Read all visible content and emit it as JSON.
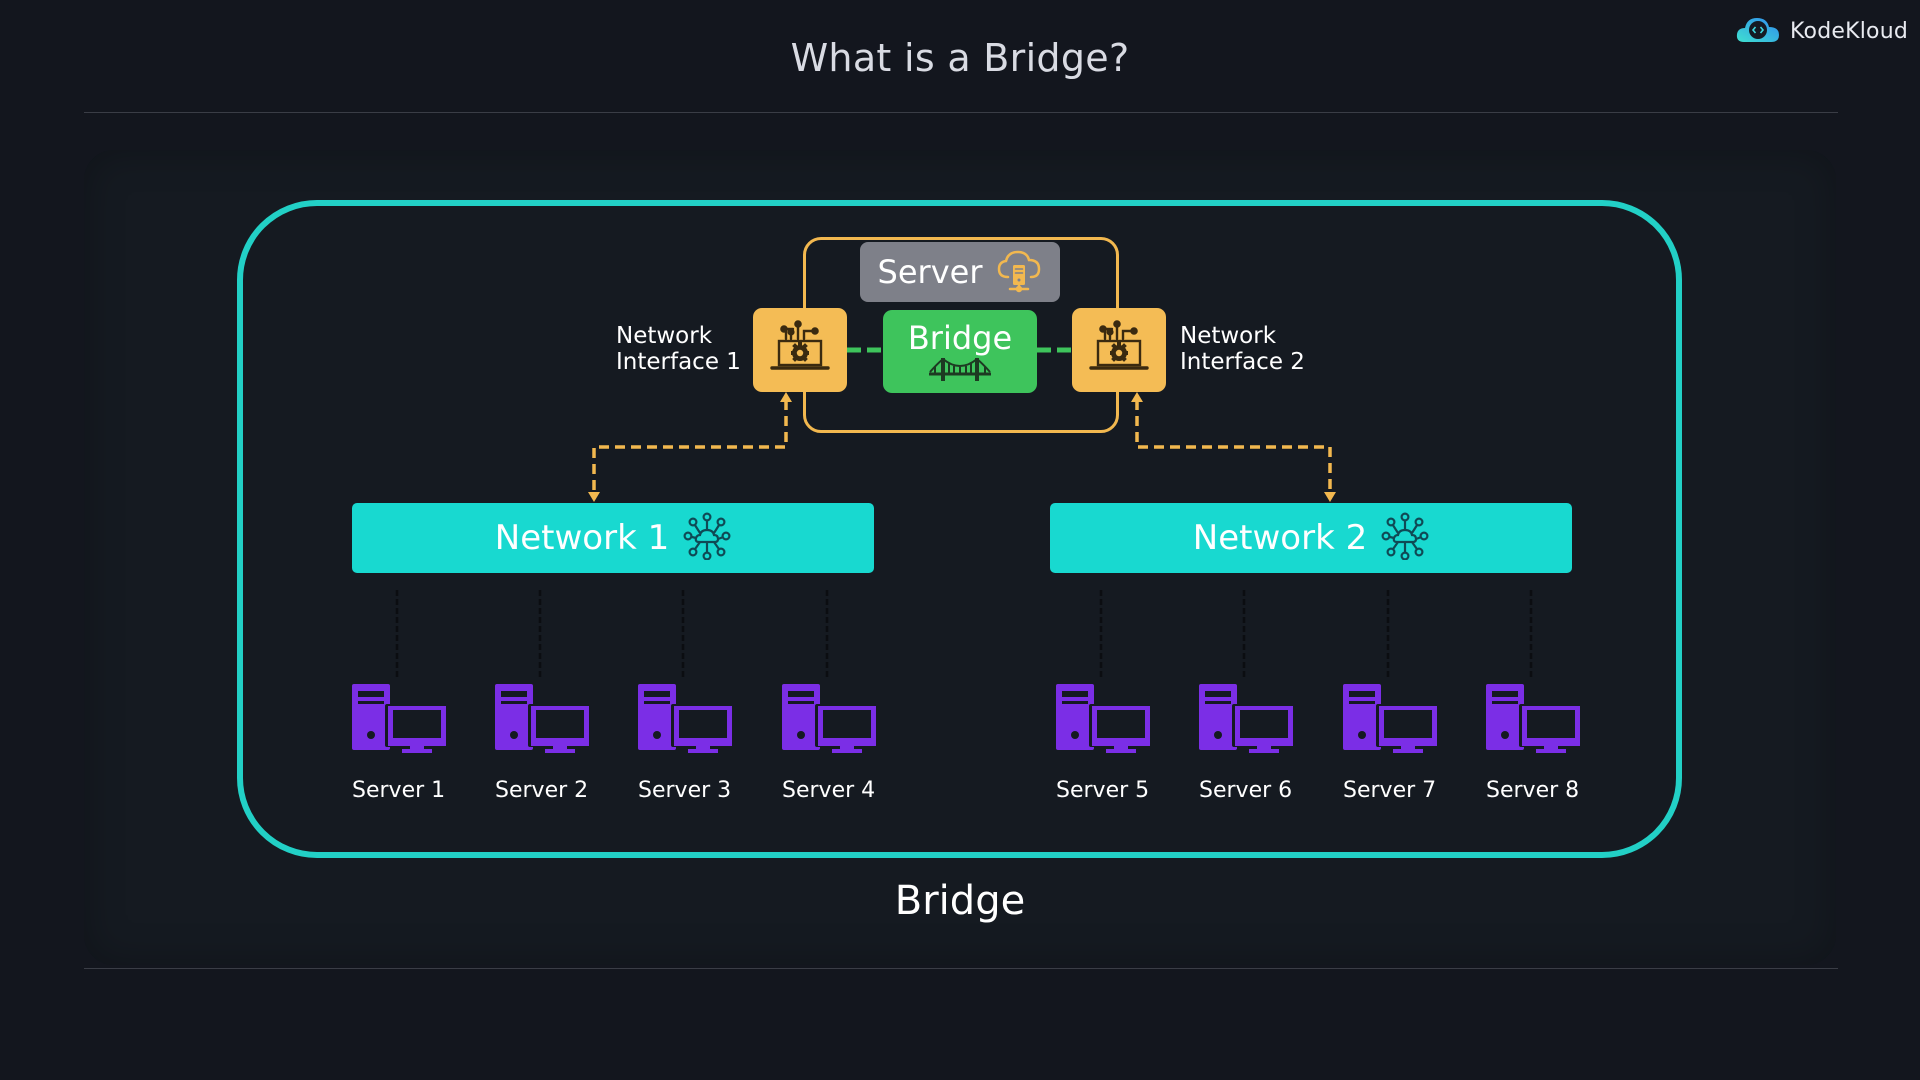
{
  "header": {
    "title": "What is a Bridge?",
    "brand": "KodeKloud",
    "brand_icon": "kodekloud-cloud-logo-icon"
  },
  "diagram": {
    "caption": "Bridge",
    "host": {
      "label": "Server",
      "icon": "cloud-server-icon"
    },
    "bridge": {
      "label": "Bridge",
      "icon": "bridge-icon"
    },
    "interfaces": [
      {
        "line1": "Network",
        "line2": "Interface 1",
        "icon": "network-interface-laptop-icon"
      },
      {
        "line1": "Network",
        "line2": "Interface 2",
        "icon": "network-interface-laptop-icon"
      }
    ],
    "networks": [
      {
        "label": "Network 1",
        "icon": "network-hub-icon"
      },
      {
        "label": "Network 2",
        "icon": "network-hub-icon"
      }
    ],
    "servers": [
      {
        "label": "Server 1",
        "network": "Network 1"
      },
      {
        "label": "Server 2",
        "network": "Network 1"
      },
      {
        "label": "Server 3",
        "network": "Network 1"
      },
      {
        "label": "Server 4",
        "network": "Network 1"
      },
      {
        "label": "Server 5",
        "network": "Network 2"
      },
      {
        "label": "Server 6",
        "network": "Network 2"
      },
      {
        "label": "Server 7",
        "network": "Network 2"
      },
      {
        "label": "Server 8",
        "network": "Network 2"
      }
    ],
    "colors": {
      "frame": "#22d0c6",
      "network": "#18d9d0",
      "interface": "#f4bc55",
      "bridge": "#3ec45c",
      "host": "#7e8089",
      "server_icon": "#7b2ee6",
      "link": "#f2b84f"
    }
  }
}
